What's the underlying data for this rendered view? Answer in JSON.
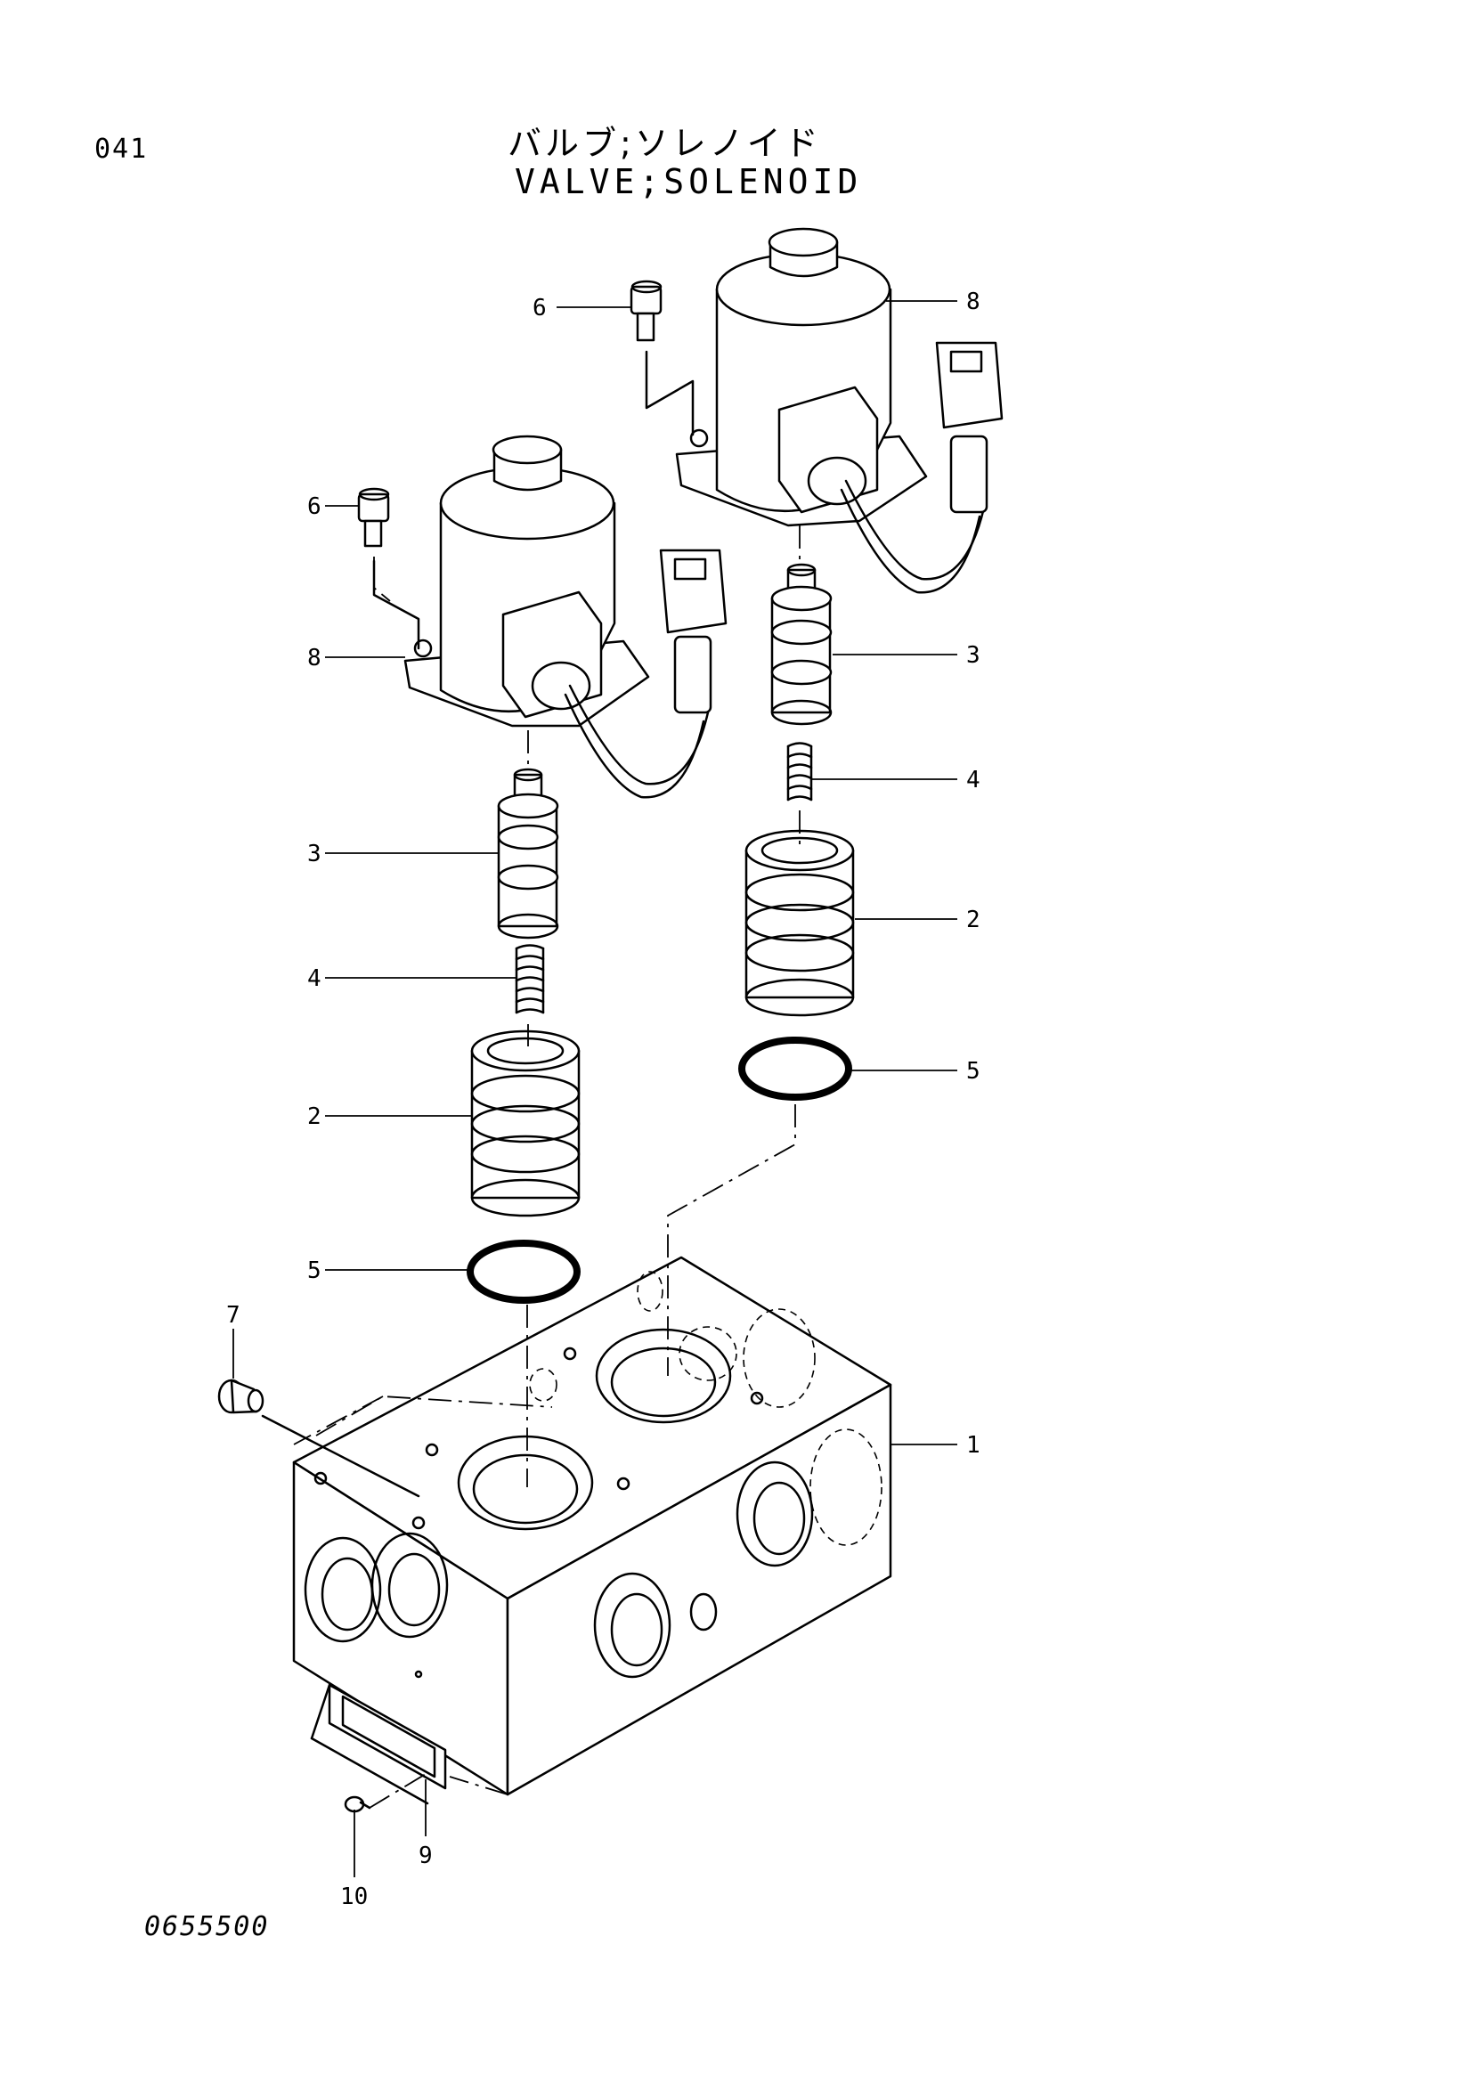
{
  "header": {
    "page_number": "041",
    "title_jp": "バルブ;ソレノイド",
    "title_en": "VALVE;SOLENOID"
  },
  "footer": {
    "drawing_number": "0655500"
  },
  "callouts": [
    "6",
    "8",
    "6",
    "8",
    "3",
    "3",
    "4",
    "4",
    "2",
    "2",
    "5",
    "5",
    "7",
    "1",
    "9",
    "10"
  ]
}
